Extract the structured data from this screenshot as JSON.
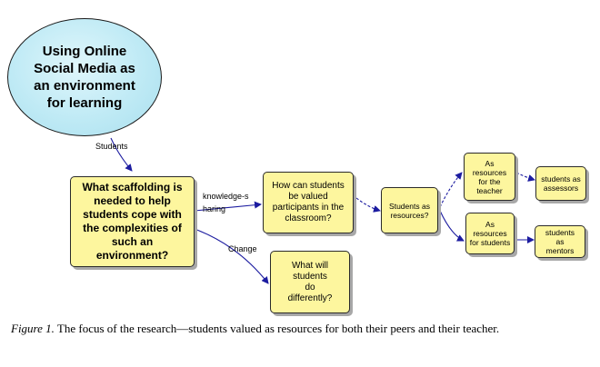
{
  "diagram": {
    "nodes": {
      "topic": "Using Online Social Media as an environment for learning",
      "scaffolding": "What scaffolding is needed to help students cope with the complexities of such an environment?",
      "valued": "How can students be valued participants in the classroom?",
      "differently": "What will students do differently?",
      "resources": "Students as resources?",
      "teacher_res": "As resources for the teacher",
      "students_res": "As resources for students",
      "assessors": "students as assessors",
      "mentors": "students as mentors"
    },
    "edge_labels": {
      "students": "Students",
      "knowledge_sharing": "knowledge-sharing",
      "change": "Change"
    }
  },
  "caption": {
    "label": "Figure 1.",
    "text": " The focus of the research—students valued as resources for both their peers and their teacher."
  }
}
